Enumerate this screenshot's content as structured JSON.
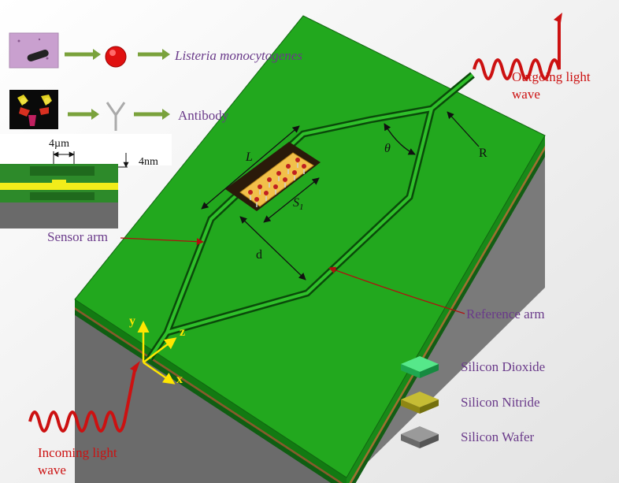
{
  "top_panel": {
    "organism_label": "Listeria monocytogenes",
    "antibody_label": "Antibody"
  },
  "cross_section": {
    "width_label": "4µm",
    "height_label": "4nm"
  },
  "chip_labels": {
    "length": "L",
    "sensor_length": "S",
    "sensor_length_subscript": "1",
    "angle": "θ",
    "radius": "R",
    "separation": "d",
    "sensor_arm": "Sensor arm",
    "reference_arm": "Reference arm",
    "outgoing_line1": "Outgoing light",
    "outgoing_line2": "wave",
    "incoming_line1": "Incoming light",
    "incoming_line2": "wave"
  },
  "axes": {
    "x": "x",
    "y": "y",
    "z": "z"
  },
  "legend": [
    {
      "label": "Silicon Dioxide",
      "color": "#2fd06a"
    },
    {
      "label": "Silicon Nitride",
      "color": "#a8a01a"
    },
    {
      "label": "Silicon Wafer",
      "color": "#7a7a7a"
    }
  ],
  "colors": {
    "chip_top": "#22a81e",
    "chip_side": "#6e6e6e",
    "annotation_red": "#cc1111",
    "label_purple": "#6a3a8a",
    "arrow_green": "#7aa23c",
    "axis_yellow": "#ffe600"
  }
}
